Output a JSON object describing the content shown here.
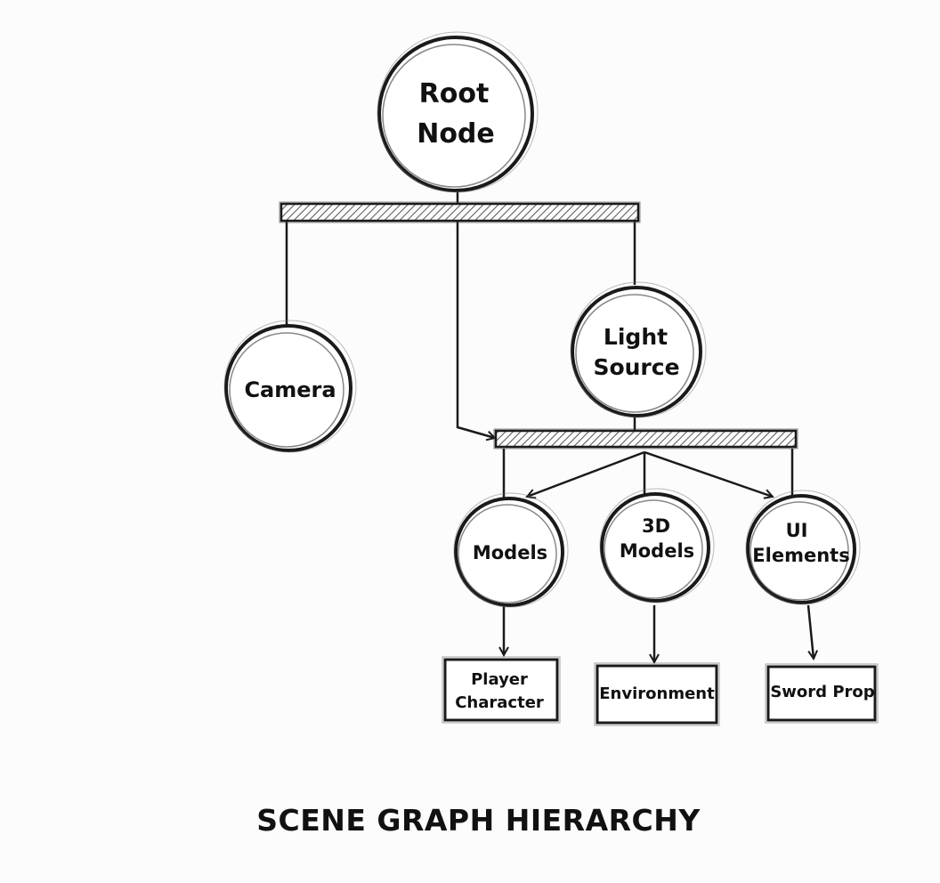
{
  "diagram": {
    "title": "SCENE GRAPH HIERARCHY",
    "colors": {
      "ink": "#1a1a1a",
      "background": "#fcfcfc",
      "hatch": "#555555"
    },
    "nodes": {
      "root": {
        "line1": "Root",
        "line2": "Node"
      },
      "camera": {
        "line1": "Camera"
      },
      "light": {
        "line1": "Light",
        "line2": "Source"
      },
      "models": {
        "line1": "Models"
      },
      "models3d": {
        "line1": "3D",
        "line2": "Models"
      },
      "ui": {
        "line1": "UI",
        "line2": "Elements"
      },
      "player": {
        "line1": "Player",
        "line2": "Character"
      },
      "environment": {
        "line1": "Environment"
      },
      "sword": {
        "line1": "Sword Prop"
      }
    },
    "edges": [
      {
        "from": "root",
        "to": "root-bar"
      },
      {
        "from": "root-bar",
        "to": "camera"
      },
      {
        "from": "root-bar",
        "to": "light"
      },
      {
        "from": "root-bar",
        "to": "child-bar",
        "arrow": true
      },
      {
        "from": "light",
        "to": "child-bar"
      },
      {
        "from": "child-bar",
        "to": "models",
        "arrow": true
      },
      {
        "from": "child-bar",
        "to": "models3d"
      },
      {
        "from": "child-bar",
        "to": "ui",
        "arrow": true
      },
      {
        "from": "models",
        "to": "player",
        "arrow": true
      },
      {
        "from": "models3d",
        "to": "environment",
        "arrow": true
      },
      {
        "from": "ui",
        "to": "sword",
        "arrow": true
      }
    ]
  }
}
